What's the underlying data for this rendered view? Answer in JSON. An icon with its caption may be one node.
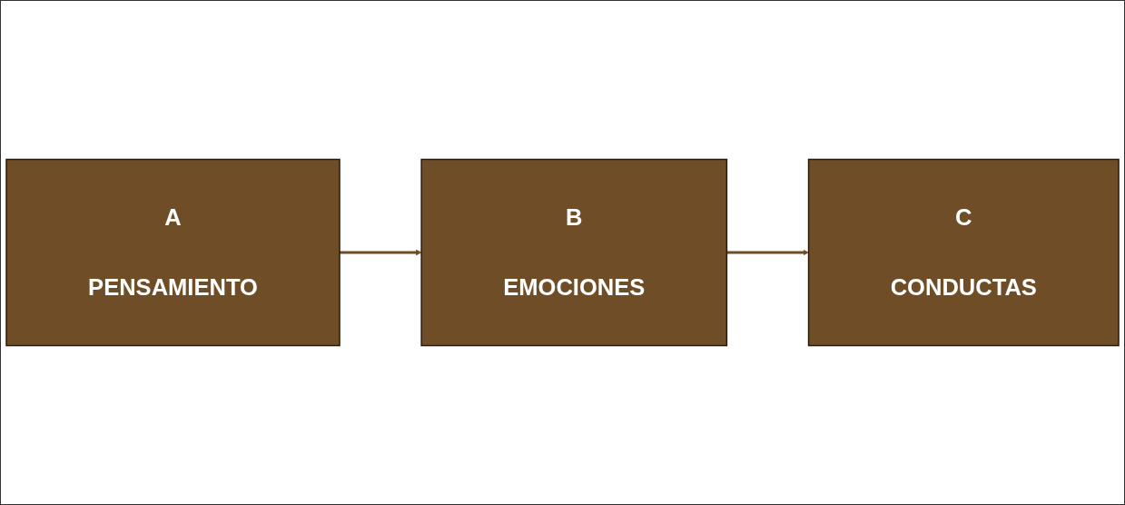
{
  "diagram": {
    "nodes": [
      {
        "text": [
          "A",
          "PENSAMIENTO"
        ]
      },
      {
        "text": [
          "B",
          "EMOCIONES"
        ]
      },
      {
        "text": [
          "C",
          "CONDUCTAS"
        ]
      }
    ],
    "edges": [
      {
        "from": 0,
        "to": 1,
        "arrow": "to"
      },
      {
        "from": 1,
        "to": 2,
        "arrow": "to"
      }
    ]
  }
}
